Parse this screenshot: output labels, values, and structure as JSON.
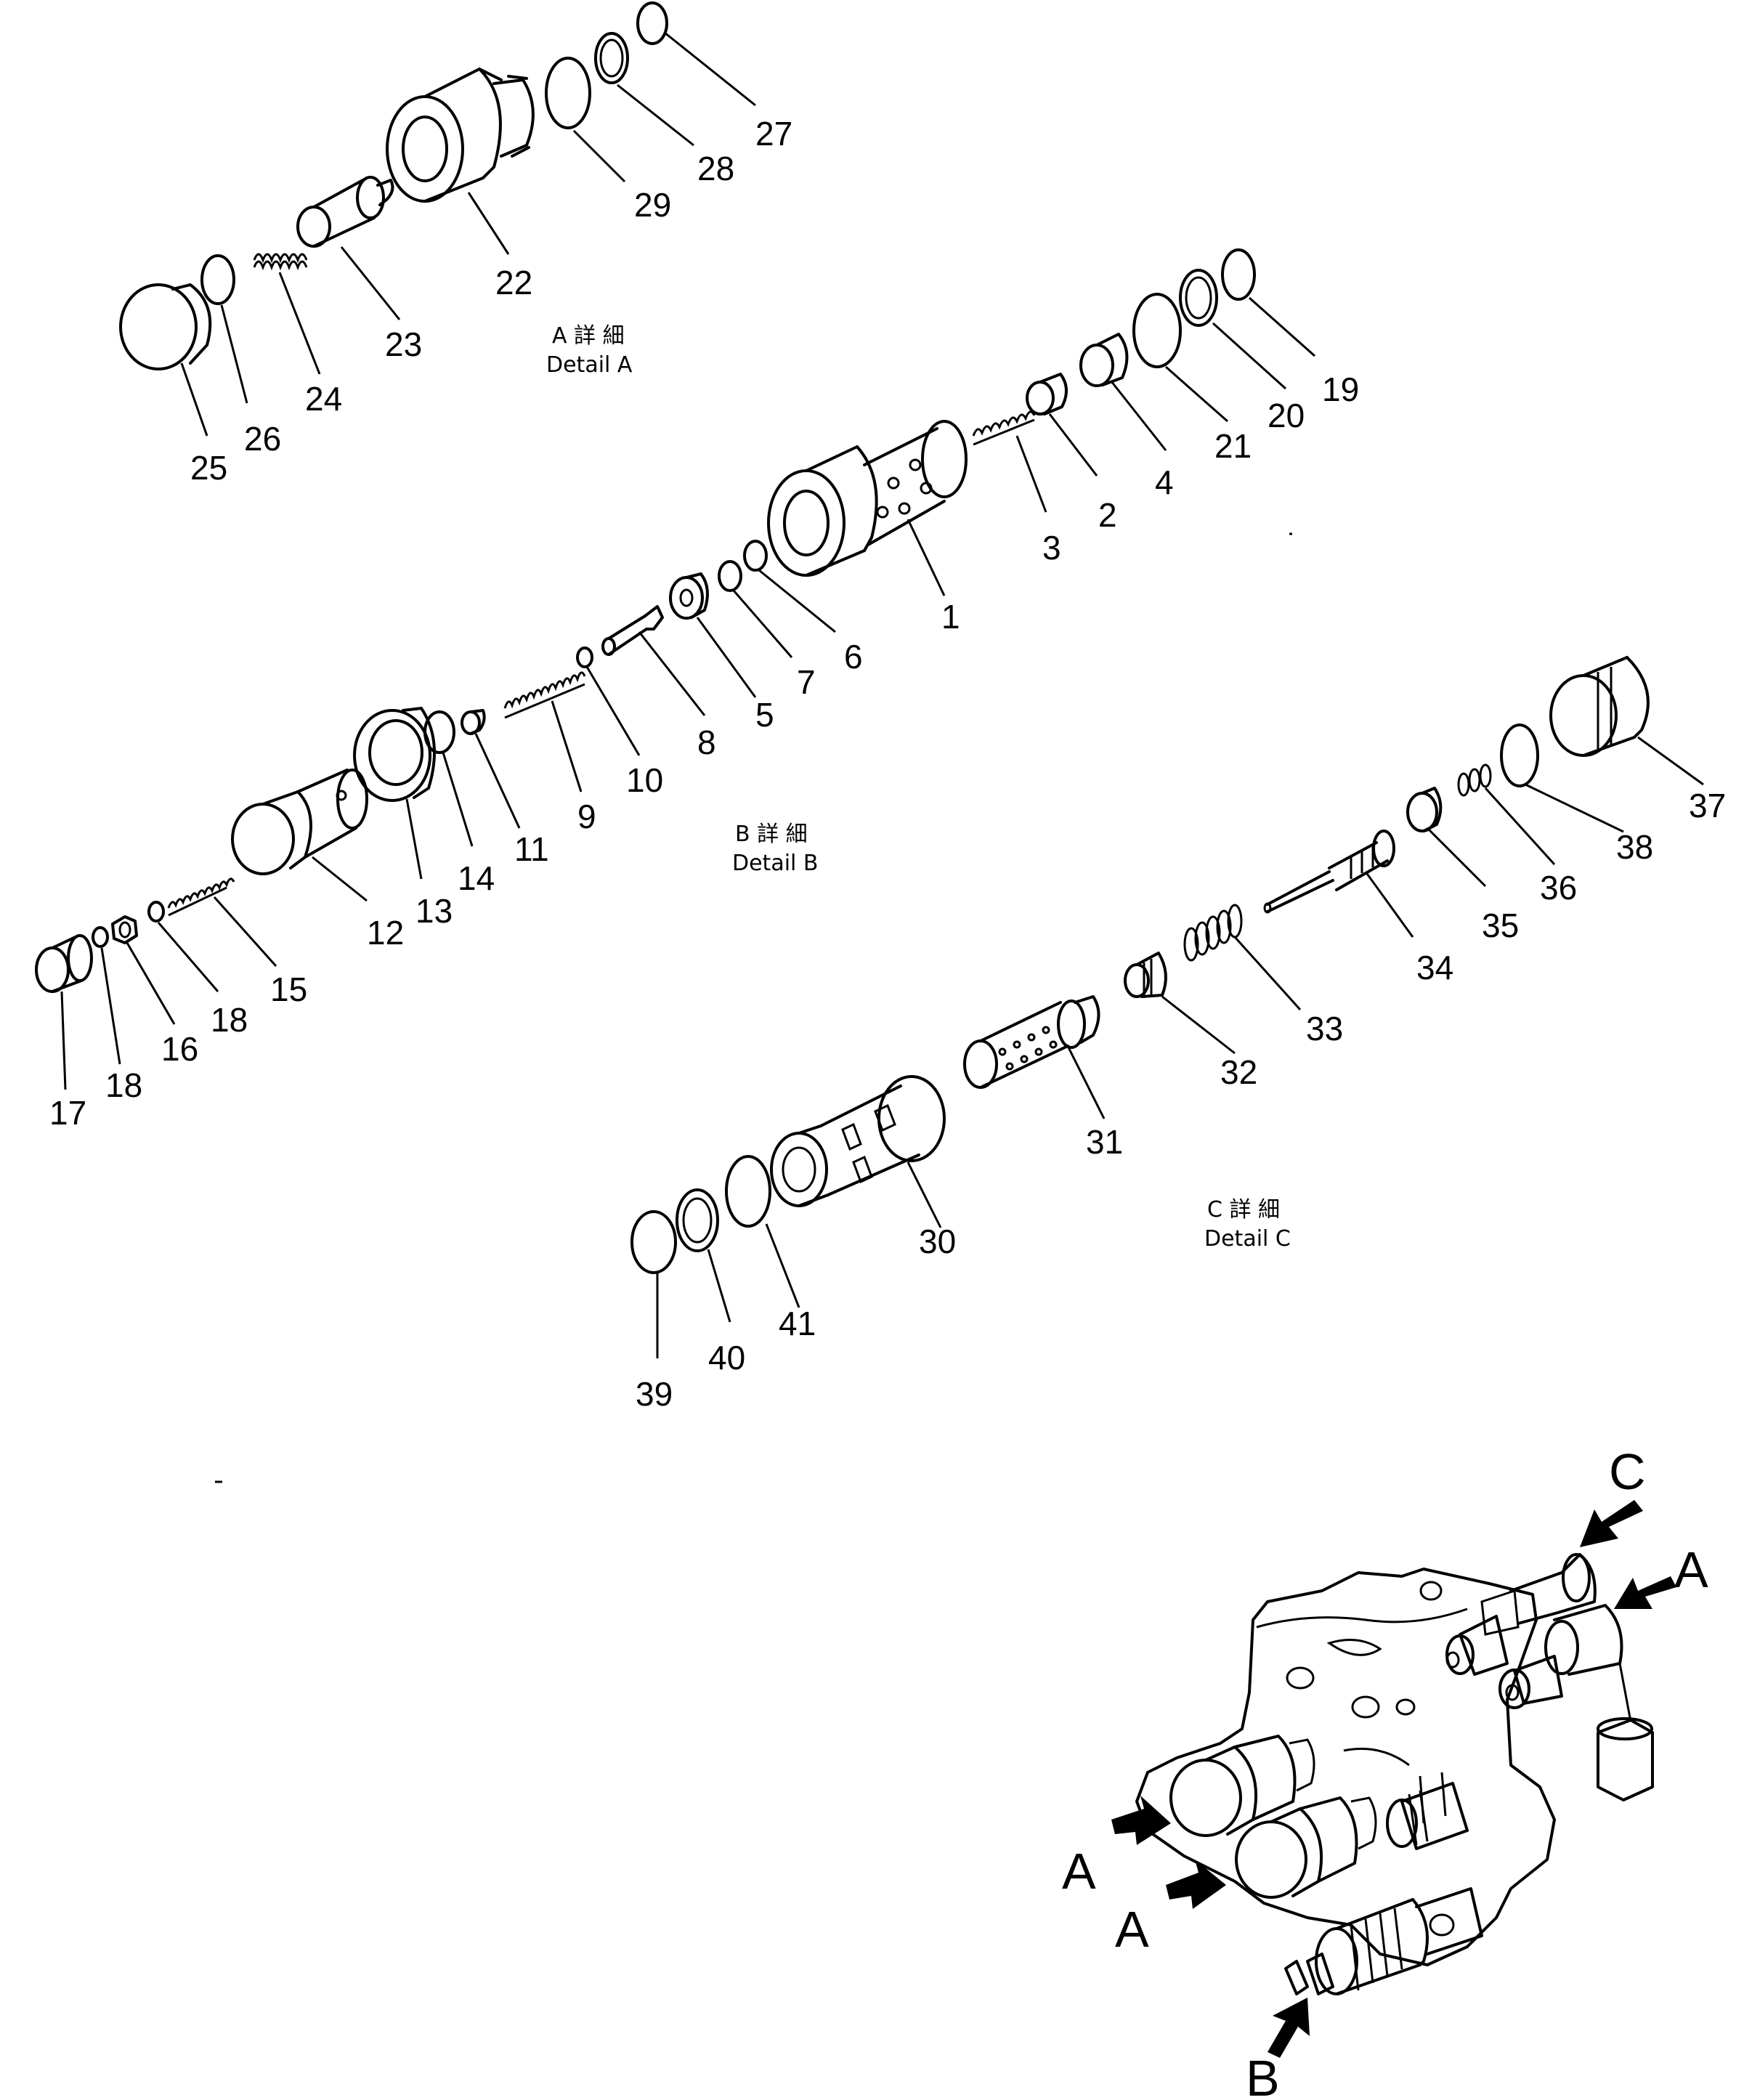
{
  "labels": {
    "l1": "1",
    "l2": "2",
    "l3": "3",
    "l4": "4",
    "l5": "5",
    "l6": "6",
    "l7": "7",
    "l8": "8",
    "l9": "9",
    "l10": "10",
    "l11": "11",
    "l12": "12",
    "l13": "13",
    "l14": "14",
    "l15": "15",
    "l16": "16",
    "l17": "17",
    "l18a": "18",
    "l18b": "18",
    "l19": "19",
    "l20": "20",
    "l21": "21",
    "l22": "22",
    "l23": "23",
    "l24": "24",
    "l25": "25",
    "l26": "26",
    "l27": "27",
    "l28": "28",
    "l29": "29",
    "l30": "30",
    "l31": "31",
    "l32": "32",
    "l33": "33",
    "l34": "34",
    "l35": "35",
    "l36": "36",
    "l37": "37",
    "l38": "38",
    "l39": "39",
    "l40": "40",
    "l41": "41"
  },
  "details": {
    "a_jp": "A 詳 細",
    "a_en": "Detail A",
    "b_jp": "B 詳 細",
    "b_en": "Detail B",
    "c_jp": "C 詳 細",
    "c_en": "Detail C"
  },
  "views": {
    "c": "C",
    "a_right": "A",
    "a_left1": "A",
    "a_left2": "A",
    "b": "B"
  }
}
